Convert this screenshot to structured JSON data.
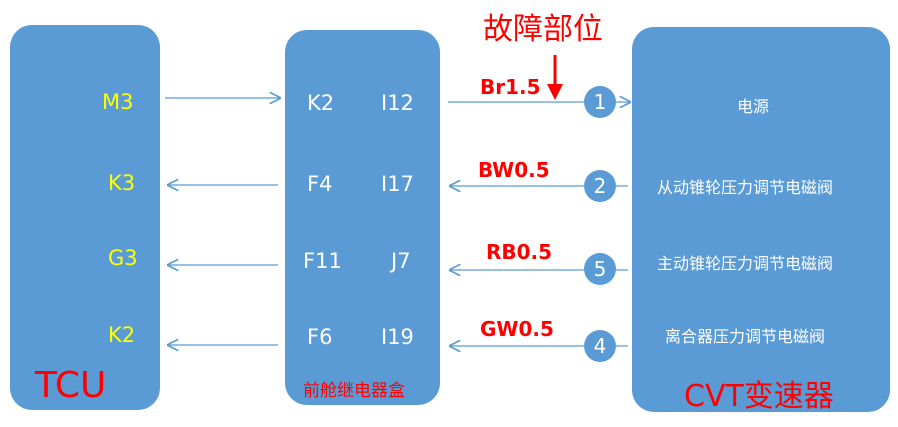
{
  "fault_label": "故障部位",
  "tcu": {
    "title": "TCU",
    "pins": [
      "M3",
      "K3",
      "G3",
      "K2"
    ]
  },
  "relay_box": {
    "title": "前舱继电器盒",
    "rows": [
      {
        "left": "K2",
        "right": "I12"
      },
      {
        "left": "F4",
        "right": "I17"
      },
      {
        "left": "F11",
        "right": "J7"
      },
      {
        "left": "F6",
        "right": "I19"
      }
    ]
  },
  "wires": [
    "Br1.5",
    "BW0.5",
    "RB0.5",
    "GW0.5"
  ],
  "connector_pins": [
    "1",
    "2",
    "5",
    "4"
  ],
  "cvt": {
    "title": "CVT变速器",
    "items": [
      "电源",
      "从动锥轮压力调节电磁阀",
      "主动锥轮压力调节电磁阀",
      "离合器压力调节电磁阀"
    ]
  },
  "colors": {
    "box": "#5b9bd5",
    "pin_text": "#ffff00",
    "red": "#ff0000",
    "arrow": "#5b9bd5"
  }
}
